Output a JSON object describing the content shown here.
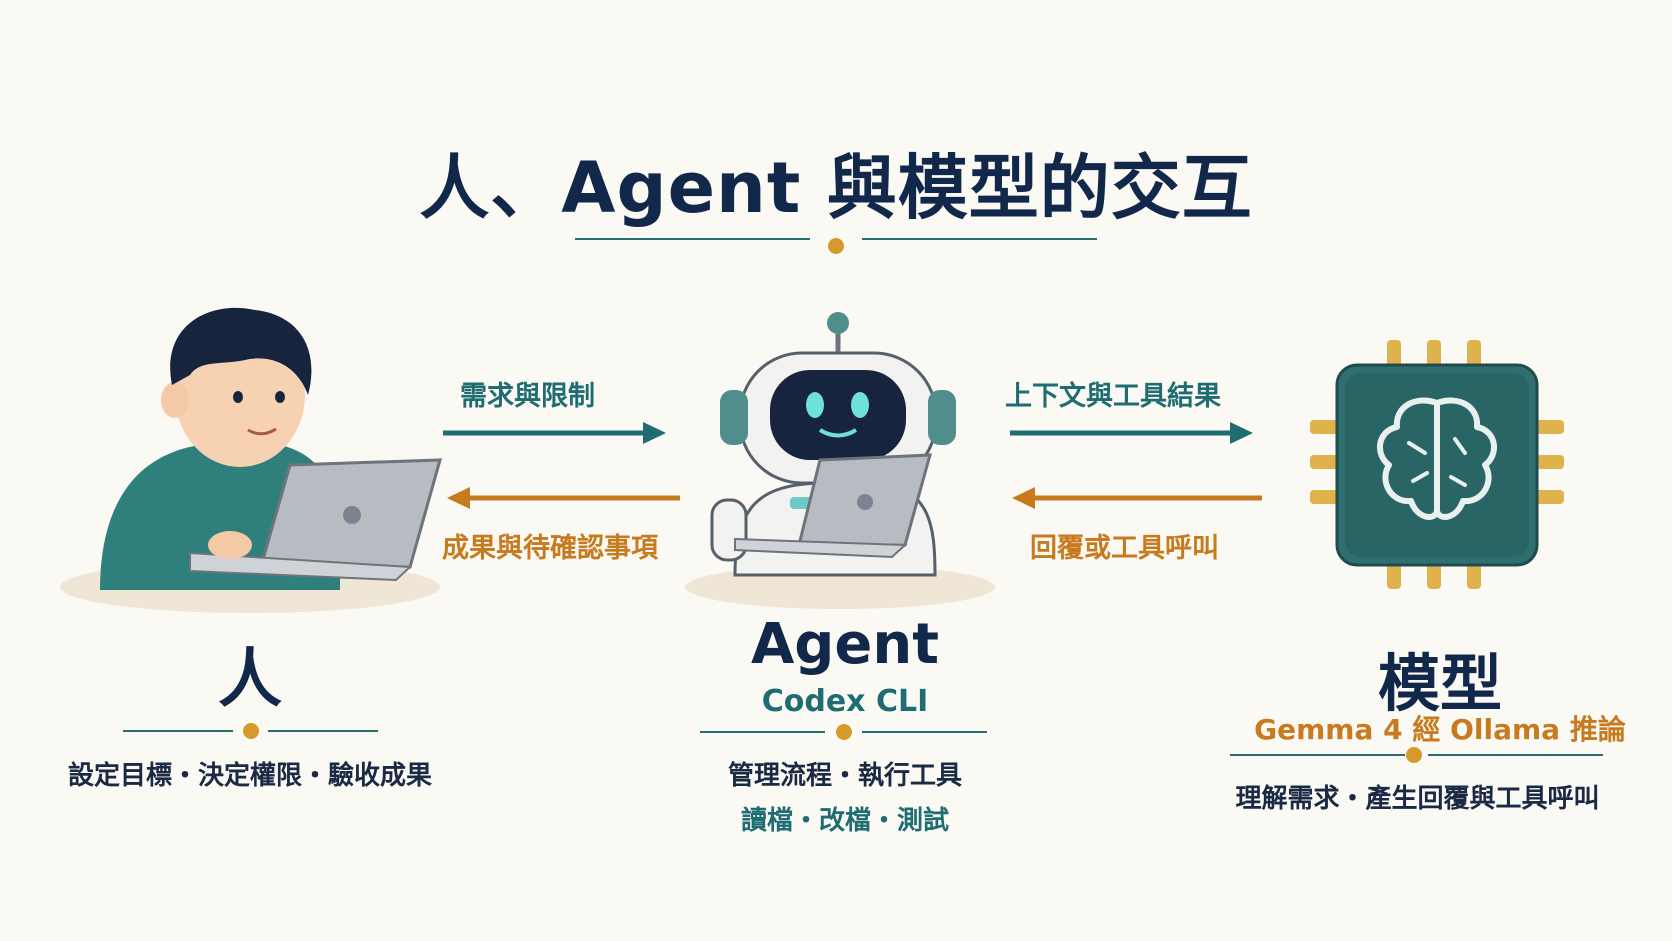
{
  "title": "人、Agent 與模型的交互",
  "arrows": {
    "human_to_agent": "需求與限制",
    "agent_to_human": "成果與待確認事項",
    "agent_to_model": "上下文與工具結果",
    "model_to_agent": "回覆或工具呼叫"
  },
  "nodes": {
    "human": {
      "name": "人",
      "desc": "設定目標・決定權限・驗收成果"
    },
    "agent": {
      "name": "Agent",
      "subtitle": "Codex CLI",
      "desc1": "管理流程・執行工具",
      "desc2": "讀檔・改檔・測試"
    },
    "model": {
      "name": "模型",
      "subtitle": "Gemma 4 經 Ollama 推論",
      "desc": "理解需求・產生回覆與工具呼叫"
    }
  },
  "colors": {
    "navy": "#12284a",
    "teal": "#1f6d72",
    "orange": "#c77a1e",
    "gold": "#d69a2a"
  }
}
